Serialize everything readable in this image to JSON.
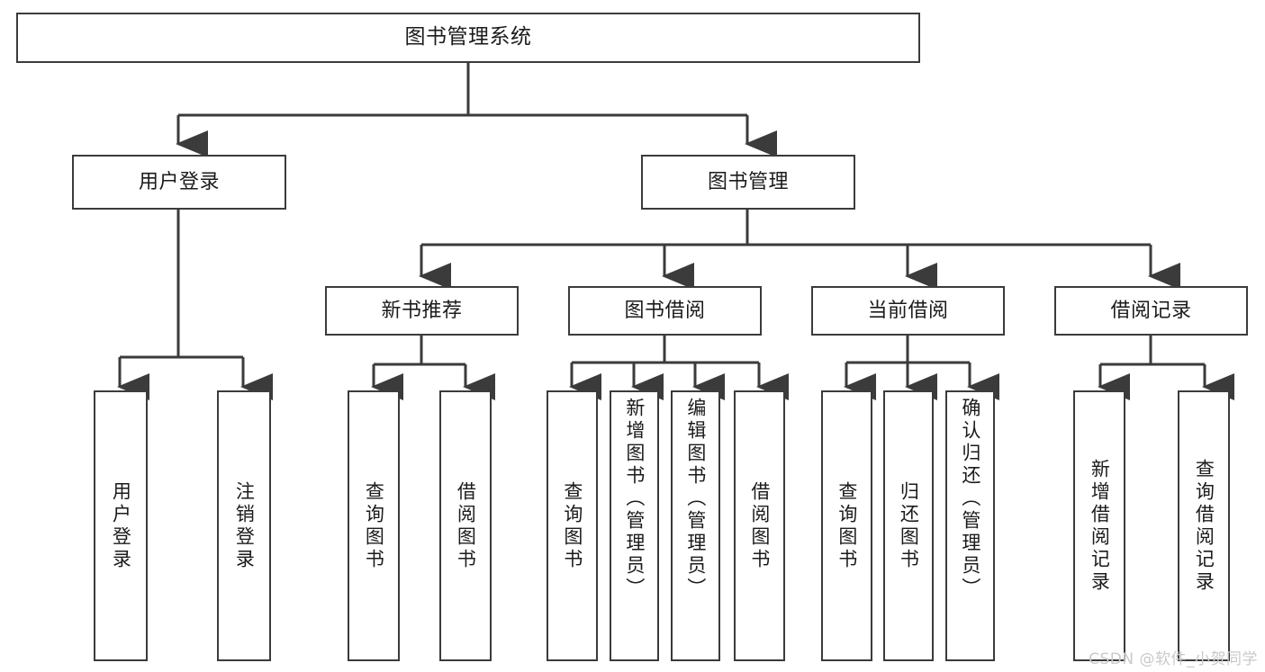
{
  "diagram": {
    "title": "图书管理系统",
    "type": "tree",
    "stroke_color": "#3b3b3b",
    "text_color": "#1b1b1b",
    "background_color": "#ffffff",
    "watermark": "CSDN @软件_小贺同学",
    "watermark_color": "#c9c9c9"
  },
  "nodes": {
    "root": {
      "label": "图书管理系统"
    },
    "level2": [
      {
        "id": "user-login",
        "label": "用户登录"
      },
      {
        "id": "book-manage",
        "label": "图书管理"
      }
    ],
    "level3": [
      {
        "id": "new-book-recommend",
        "label": "新书推荐"
      },
      {
        "id": "book-borrow",
        "label": "图书借阅"
      },
      {
        "id": "current-borrow",
        "label": "当前借阅"
      },
      {
        "id": "borrow-record",
        "label": "借阅记录"
      }
    ],
    "leaves": {
      "user_login": [
        {
          "id": "leaf-user-login",
          "label": "用户登录"
        },
        {
          "id": "leaf-logout",
          "label": "注销登录"
        }
      ],
      "new_book_recommend": [
        {
          "id": "leaf-query-book-1",
          "label": "查询图书"
        },
        {
          "id": "leaf-borrow-book-1",
          "label": "借阅图书"
        }
      ],
      "book_borrow": [
        {
          "id": "leaf-query-book-2",
          "label": "查询图书"
        },
        {
          "id": "leaf-add-book",
          "label": "新增图书（管理员）"
        },
        {
          "id": "leaf-edit-book",
          "label": "编辑图书（管理员）"
        },
        {
          "id": "leaf-borrow-book-2",
          "label": "借阅图书"
        }
      ],
      "current_borrow": [
        {
          "id": "leaf-query-book-3",
          "label": "查询图书"
        },
        {
          "id": "leaf-return-book",
          "label": "归还图书"
        },
        {
          "id": "leaf-confirm-return",
          "label": "确认归还（管理员）"
        }
      ],
      "borrow_record": [
        {
          "id": "leaf-add-record",
          "label": "新增借阅记录"
        },
        {
          "id": "leaf-query-record",
          "label": "查询借阅记录"
        }
      ]
    }
  }
}
